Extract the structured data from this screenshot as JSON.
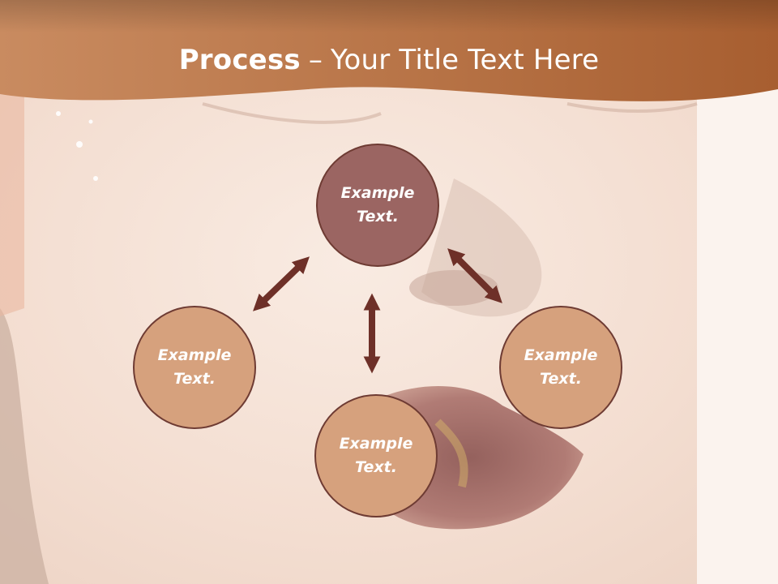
{
  "slide": {
    "title_bold": "Process",
    "title_separator": "–",
    "title_rest": "Your Title Text Here"
  },
  "diagram": {
    "nodes": [
      {
        "id": "top",
        "label": "Example\nText."
      },
      {
        "id": "left",
        "label": "Example\nText."
      },
      {
        "id": "bottom",
        "label": "Example\nText."
      },
      {
        "id": "right",
        "label": "Example\nText."
      }
    ],
    "arrows": [
      {
        "from": "top",
        "to": "left",
        "style": "double-headed"
      },
      {
        "from": "top",
        "to": "right",
        "style": "double-headed"
      },
      {
        "from": "top",
        "to": "bottom",
        "style": "double-headed"
      }
    ]
  },
  "colors": {
    "header_band": "#b06e42",
    "top_node": "#9b6562",
    "other_nodes": "#d6a17d",
    "node_border": "#6e3b33",
    "arrows": "#6e3028",
    "title_text": "#ffffff"
  },
  "background": {
    "image": "faded close-up of a face with dark lips"
  }
}
